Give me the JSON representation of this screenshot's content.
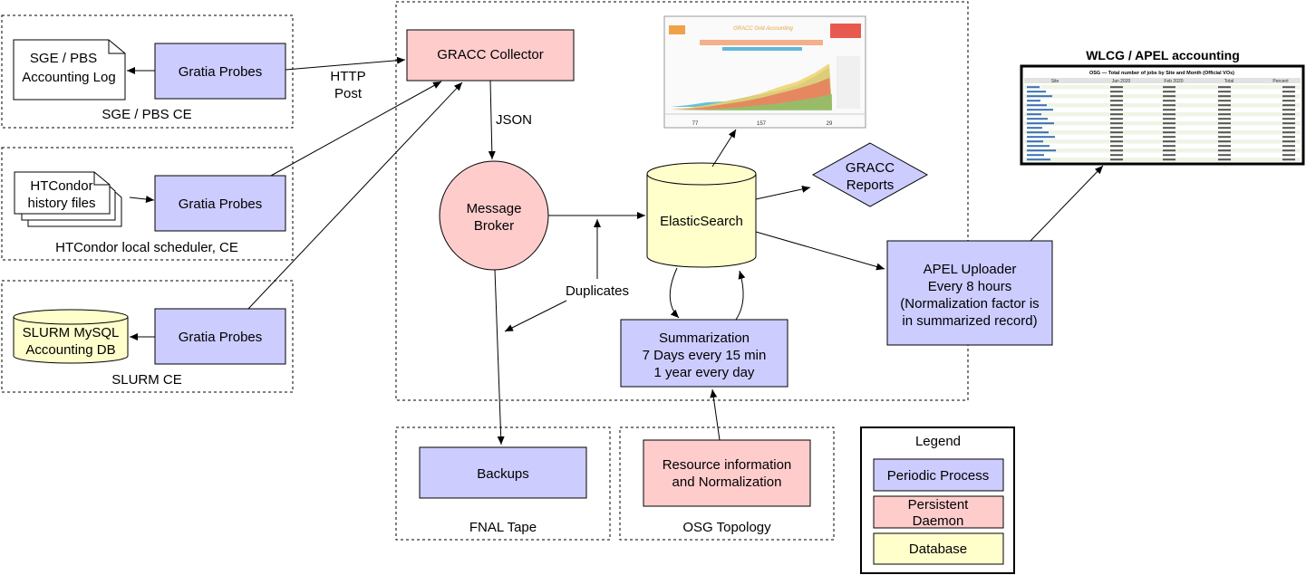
{
  "colors": {
    "periodic": "#ccccff",
    "persistent": "#ffcccc",
    "database": "#ffffcc",
    "stroke": "#000000"
  },
  "groups": {
    "sge_ce": "SGE / PBS CE",
    "htcondor_ce": "HTCondor local scheduler, CE",
    "slurm_ce": "SLURM CE",
    "fnal_tape": "FNAL Tape",
    "osg_topology": "OSG Topology"
  },
  "nodes": {
    "sge_log": [
      "SGE / PBS",
      "Accounting Log"
    ],
    "gratia_probes_1": [
      "Gratia Probes"
    ],
    "htcondor_history": [
      "HTCondor",
      "history files"
    ],
    "gratia_probes_2": [
      "Gratia Probes"
    ],
    "slurm_db": [
      "SLURM MySQL",
      "Accounting DB"
    ],
    "gratia_probes_3": [
      "Gratia Probes"
    ],
    "gracc_collector": [
      "GRACC Collector"
    ],
    "message_broker": [
      "Message",
      "Broker"
    ],
    "elasticsearch": [
      "ElasticSearch"
    ],
    "gracc_reports": [
      "GRACC",
      "Reports"
    ],
    "apel_uploader": [
      "APEL Uploader",
      "Every 8 hours",
      "(Normalization factor is",
      "in summarized record)"
    ],
    "summarization": [
      "Summarization",
      "7 Days every 15 min",
      "1 year every day"
    ],
    "backups": [
      "Backups"
    ],
    "resource_info": [
      "Resource information",
      "and Normalization"
    ]
  },
  "edge_labels": {
    "http_post": [
      "HTTP",
      "Post"
    ],
    "json": "JSON",
    "duplicates": "Duplicates"
  },
  "dashboard": {
    "title": "GRACC Grid Accounting",
    "stats": [
      "77",
      "157",
      "29"
    ]
  },
  "wlcg": {
    "heading": "WLCG / APEL accounting",
    "table_title": "OSG — Total number of jobs by Site and Month (Official VOs)",
    "columns": [
      "Site",
      "Jan 2020",
      "Feb 2020",
      "Total",
      "Percent"
    ]
  },
  "legend": {
    "title": "Legend",
    "periodic": "Periodic Process",
    "persistent": [
      "Persistent",
      "Daemon"
    ],
    "database": "Database"
  }
}
